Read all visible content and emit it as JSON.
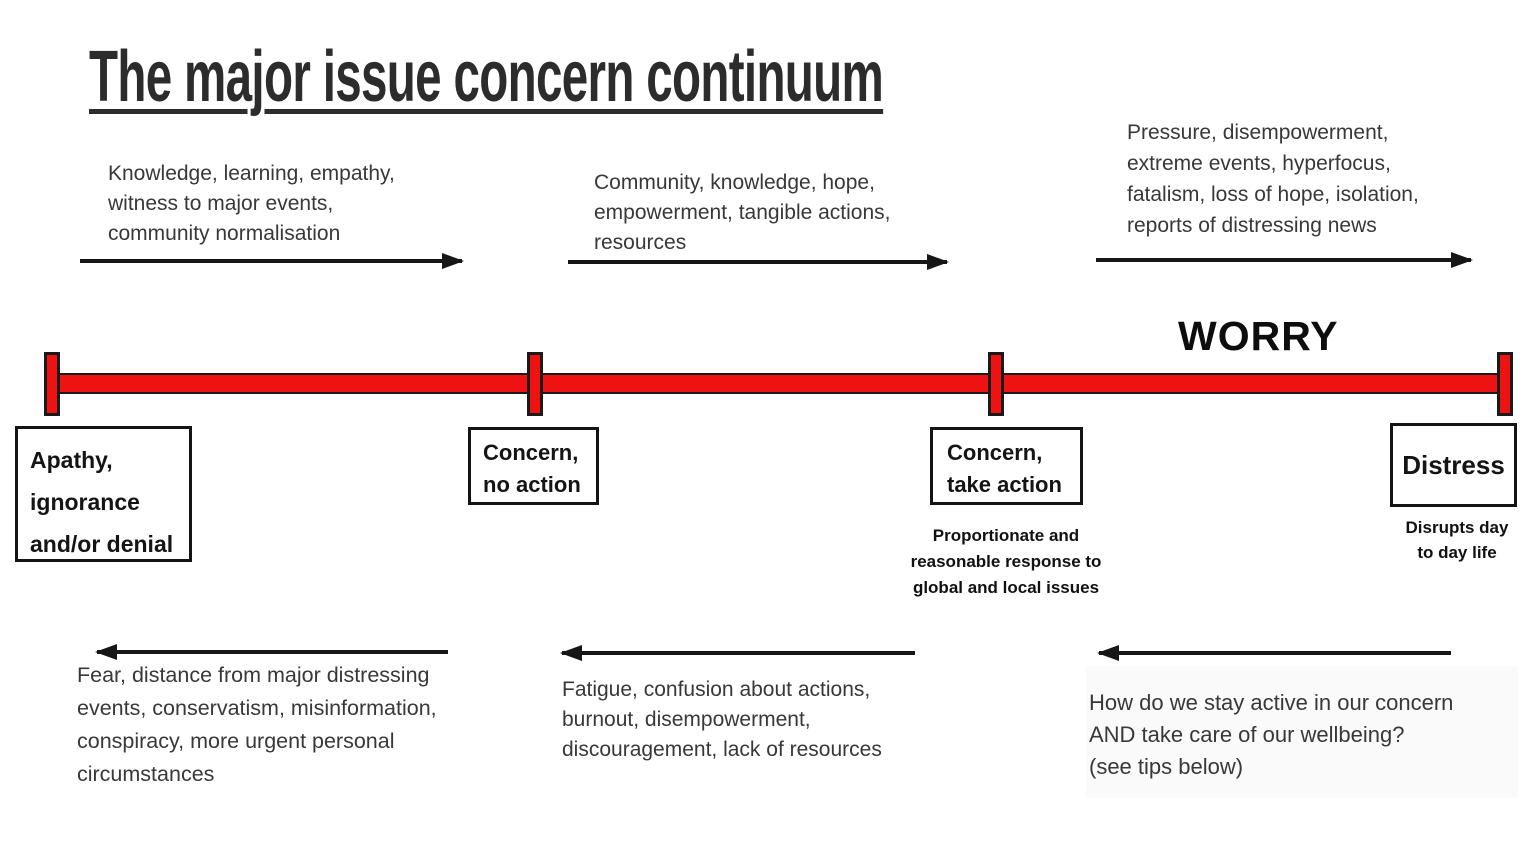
{
  "title": "The major issue concern continuum",
  "colors": {
    "bar_red": "#ee1212",
    "outline_black": "#1a1a1a"
  },
  "top_annotations": [
    {
      "text": "Knowledge, learning, empathy,\nwitness to major events,\ncommunity normalisation",
      "arrow_direction": "right"
    },
    {
      "text": "Community, knowledge, hope,\nempowerment, tangible actions,\nresources",
      "arrow_direction": "right"
    },
    {
      "text": "Pressure, disempowerment,\nextreme events, hyperfocus,\nfatalism, loss of hope, isolation,\nreports of distressing news",
      "arrow_direction": "right"
    }
  ],
  "continuum": {
    "worry_label": "WORRY",
    "stages": [
      {
        "label": "Apathy,\nignorance\nand/or denial"
      },
      {
        "label": "Concern,\nno action"
      },
      {
        "label": "Concern,\ntake action",
        "caption": "Proportionate and\nreasonable response to\nglobal and local issues"
      },
      {
        "label": "Distress",
        "caption": "Disrupts day\nto day life"
      }
    ]
  },
  "bottom_annotations": [
    {
      "text": "Fear, distance from major distressing\nevents, conservatism, misinformation,\nconspiracy, more urgent personal\ncircumstances",
      "arrow_direction": "left"
    },
    {
      "text": "Fatigue, confusion about actions,\nburnout, disempowerment,\ndiscouragement, lack of resources",
      "arrow_direction": "left"
    },
    {
      "text": "How do we stay active in our concern\nAND take care of our wellbeing?\n(see tips below)",
      "arrow_direction": "left"
    }
  ]
}
